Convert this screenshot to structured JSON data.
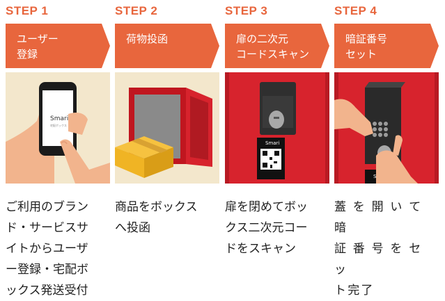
{
  "colors": {
    "accent": "#e8663d",
    "red": "#d7232d",
    "beige": "#f3e7cc"
  },
  "steps": [
    {
      "label": "STEP 1",
      "banner": "ユーザー\n登録",
      "description": "ご利用のブラン\nド・サービスサ\nイトからユーザ\nー登録・宅配ボ\nックス発送受付",
      "phone": {
        "brand": "Smari",
        "sub": "宅配ボックス"
      }
    },
    {
      "label": "STEP 2",
      "banner": "荷物投函",
      "description": "商品をボックス\nへ投函"
    },
    {
      "label": "STEP 3",
      "banner": "扉の二次元\nコードスキャン",
      "description": "扉を閉めてボッ\nクス二次元コー\nドをスキャン",
      "sticker": {
        "brand": "Smari"
      }
    },
    {
      "label": "STEP 4",
      "banner": "暗証番号\nセット",
      "description": "蓋 を 開 い て 暗\n証 番 号 を セ ッ\nト完了",
      "sticker": {
        "brand": "Smari"
      }
    }
  ]
}
